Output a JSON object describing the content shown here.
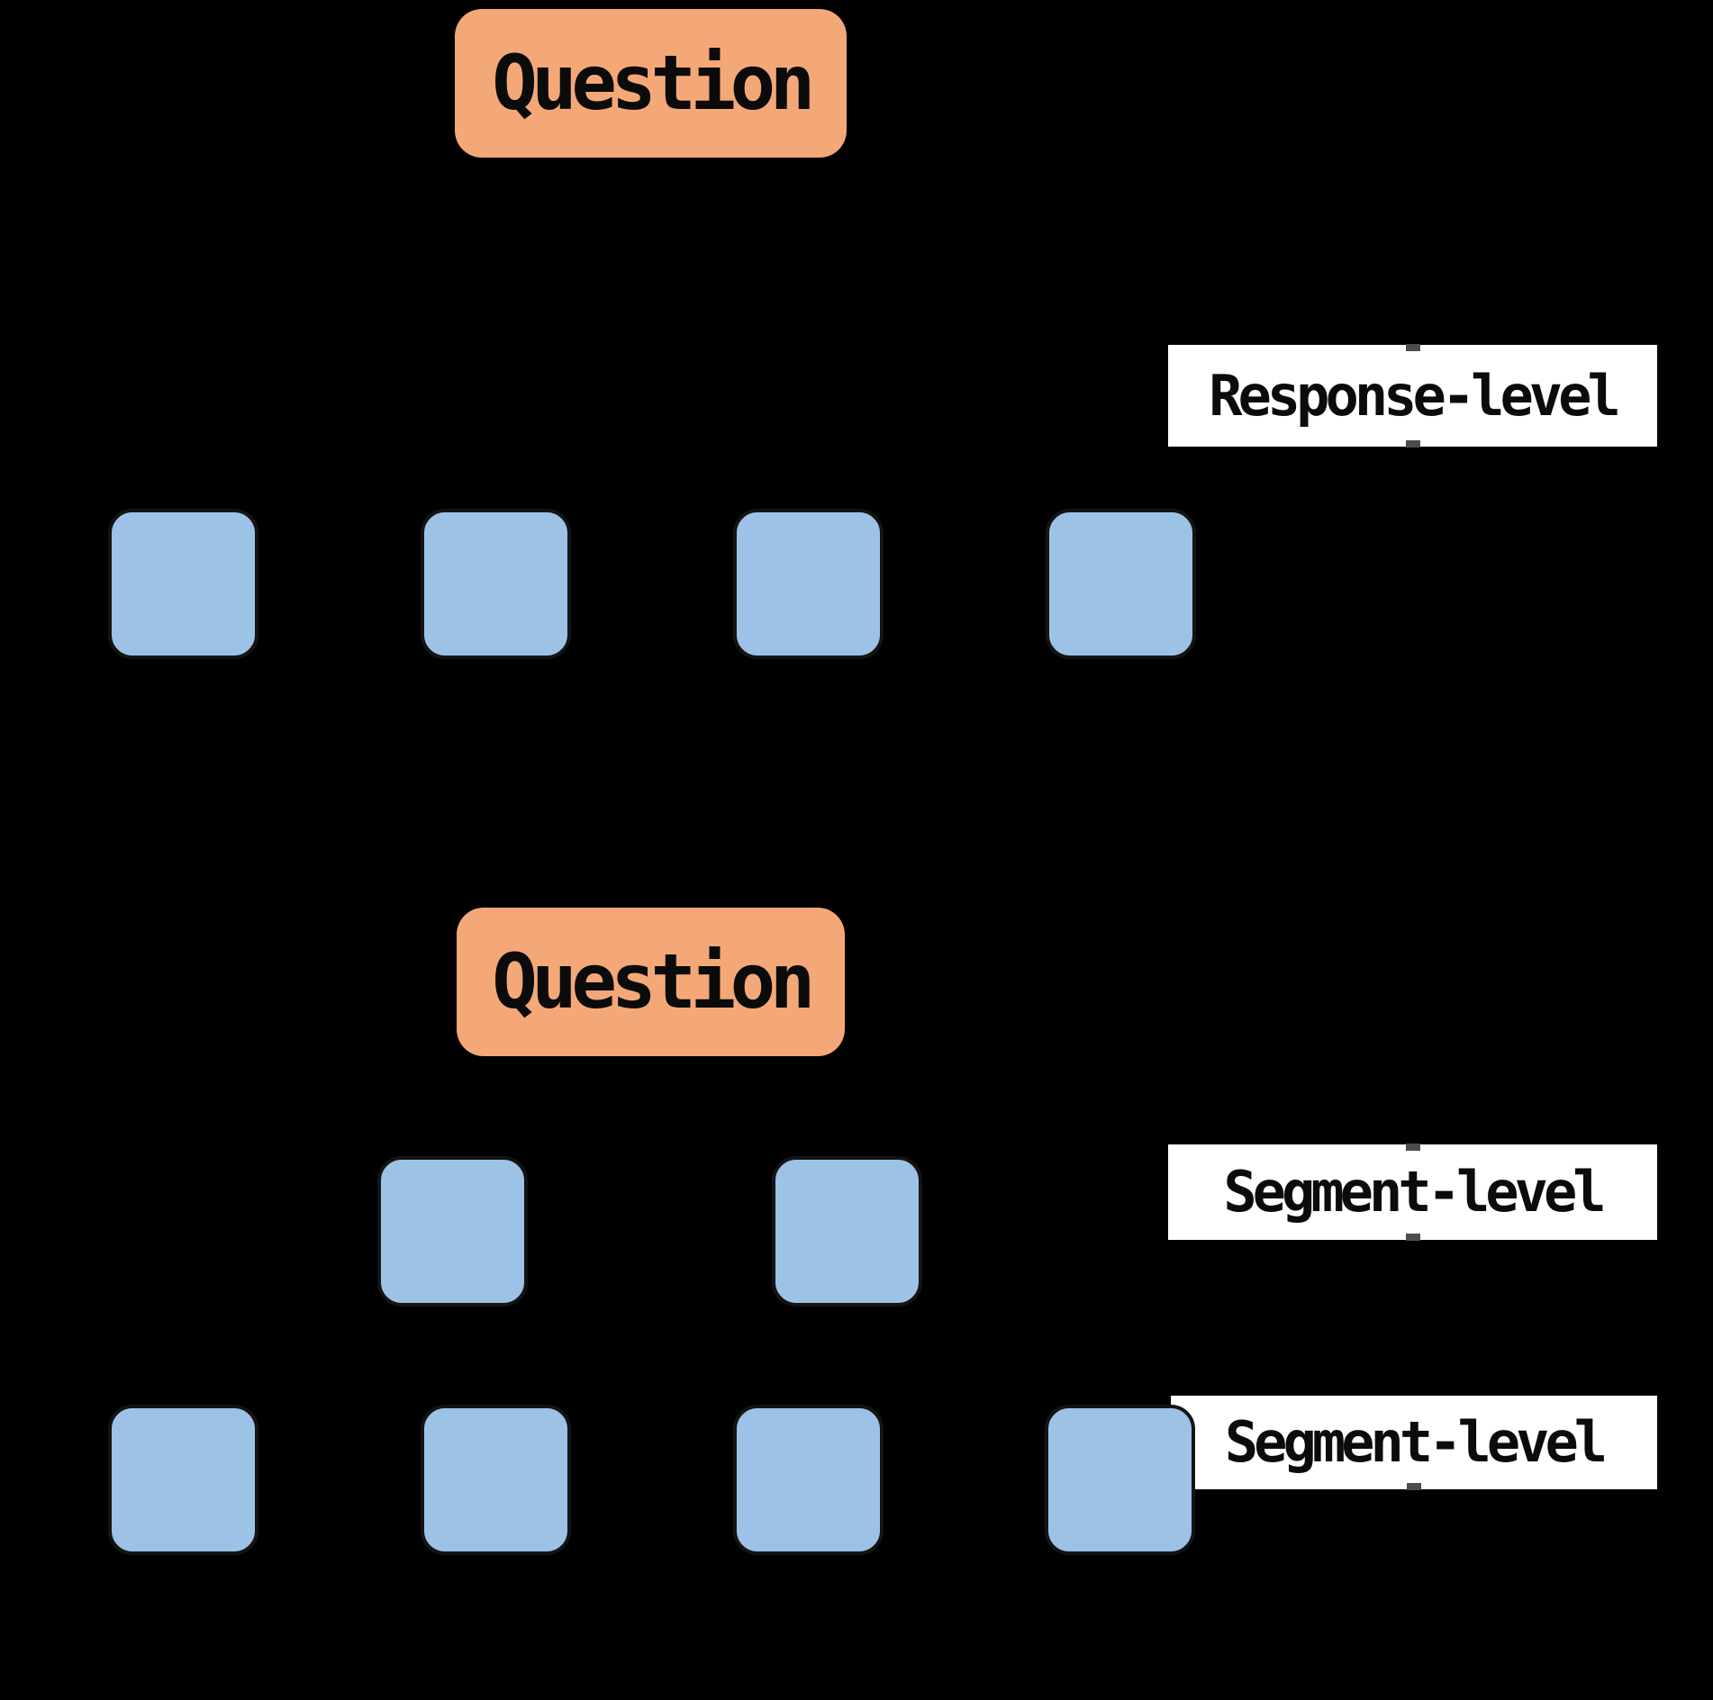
{
  "colors": {
    "background": "#000000",
    "question_fill": "#F5A877",
    "block_fill": "#9CC3E6",
    "label_background": "#FFFFFF",
    "text_on_fill": "#0B0B0B",
    "notch": "#4D4D4D"
  },
  "top_section": {
    "question_label": "Question",
    "annotation": "Response-level",
    "response_block_count": 4
  },
  "bottom_section": {
    "question_label": "Question",
    "annotation_middle_row": "Segment-level",
    "annotation_bottom_row": "Segment-level",
    "middle_block_count": 2,
    "bottom_block_count": 4
  }
}
